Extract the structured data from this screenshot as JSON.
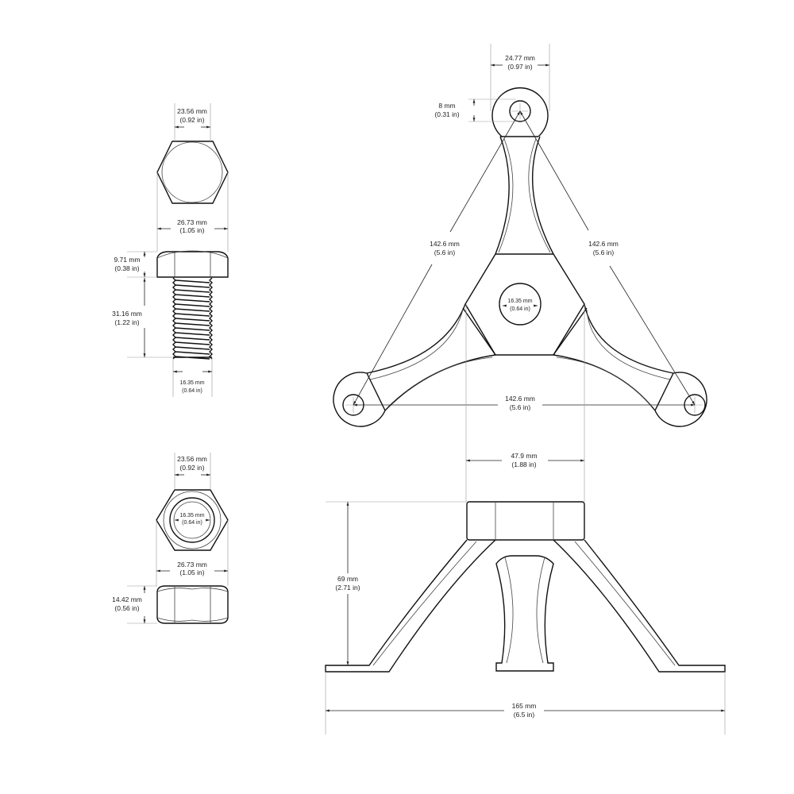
{
  "bolt": {
    "head_flat_width": {
      "mm": "23.56 mm",
      "in": "(0.92 in)"
    },
    "head_corner_width": {
      "mm": "26.73 mm",
      "in": "(1.05 in)"
    },
    "head_height": {
      "mm": "9.71 mm",
      "in": "(0.38 in)"
    },
    "shank_length": {
      "mm": "31.16 mm",
      "in": "(1.22 in)"
    },
    "shank_diameter": {
      "mm": "16.35 mm",
      "in": "(0.64 in)"
    }
  },
  "nut": {
    "flat_width": {
      "mm": "23.56 mm",
      "in": "(0.92 in)"
    },
    "bore": {
      "mm": "16.35 mm",
      "in": "(0.64 in)"
    },
    "corner_width": {
      "mm": "26.73 mm",
      "in": "(1.05 in)"
    },
    "height": {
      "mm": "14.42 mm",
      "in": "(0.56 in)"
    }
  },
  "stand_top": {
    "lug_width": {
      "mm": "24.77 mm",
      "in": "(0.97 in)"
    },
    "lug_hole": {
      "mm": "8 mm",
      "in": "(0.31 in)"
    },
    "leg_span_left": {
      "mm": "142.6 mm",
      "in": "(5.6 in)"
    },
    "leg_span_right": {
      "mm": "142.6 mm",
      "in": "(5.6 in)"
    },
    "leg_span_bottom": {
      "mm": "142.6 mm",
      "in": "(5.6 in)"
    },
    "center_hole": {
      "mm": "16.35 mm",
      "in": "(0.64 in)"
    }
  },
  "stand_side": {
    "hub_width": {
      "mm": "47.9 mm",
      "in": "(1.88 in)"
    },
    "height": {
      "mm": "69 mm",
      "in": "(2.71 in)"
    },
    "overall_width": {
      "mm": "165 mm",
      "in": "(6.5 in)"
    }
  }
}
